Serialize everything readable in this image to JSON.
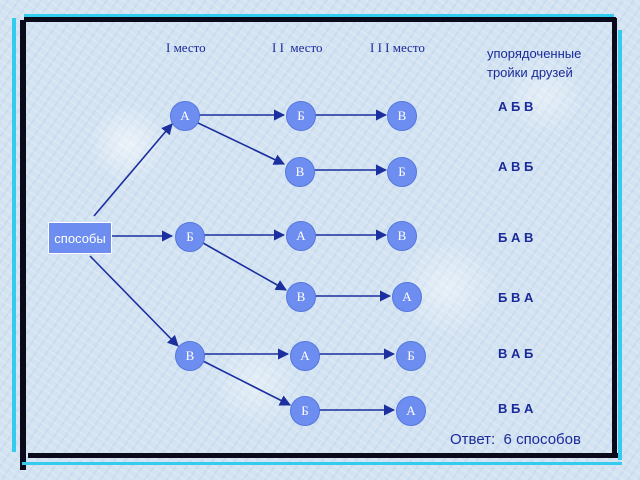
{
  "headers": {
    "place1": "I место",
    "place2": "I I  место",
    "place3": "I I I место",
    "ordered_triples_label": "упорядоченные тройки друзей"
  },
  "root_label": "способы",
  "nodes": {
    "l1_a": "А",
    "l1_b": "Б",
    "l1_v": "В",
    "a_b": "Б",
    "a_v": "В",
    "b_a": "А",
    "b_v": "В",
    "v_a": "А",
    "v_b": "Б",
    "a_b_v": "В",
    "a_v_b": "Б",
    "b_a_v": "В",
    "b_v_a": "А",
    "v_a_b": "Б",
    "v_b_a": "А"
  },
  "triples": [
    "А Б В",
    "А В Б",
    "Б А В",
    "Б В А",
    "В А Б",
    "В Б А"
  ],
  "answer": "Ответ:  6 способов",
  "colors": {
    "node_fill": "#6d8ef0",
    "node_text": "#ffffff",
    "edge": "#1b2f9e",
    "label_text": "#1a2a99",
    "background": "#d3e3f2"
  }
}
